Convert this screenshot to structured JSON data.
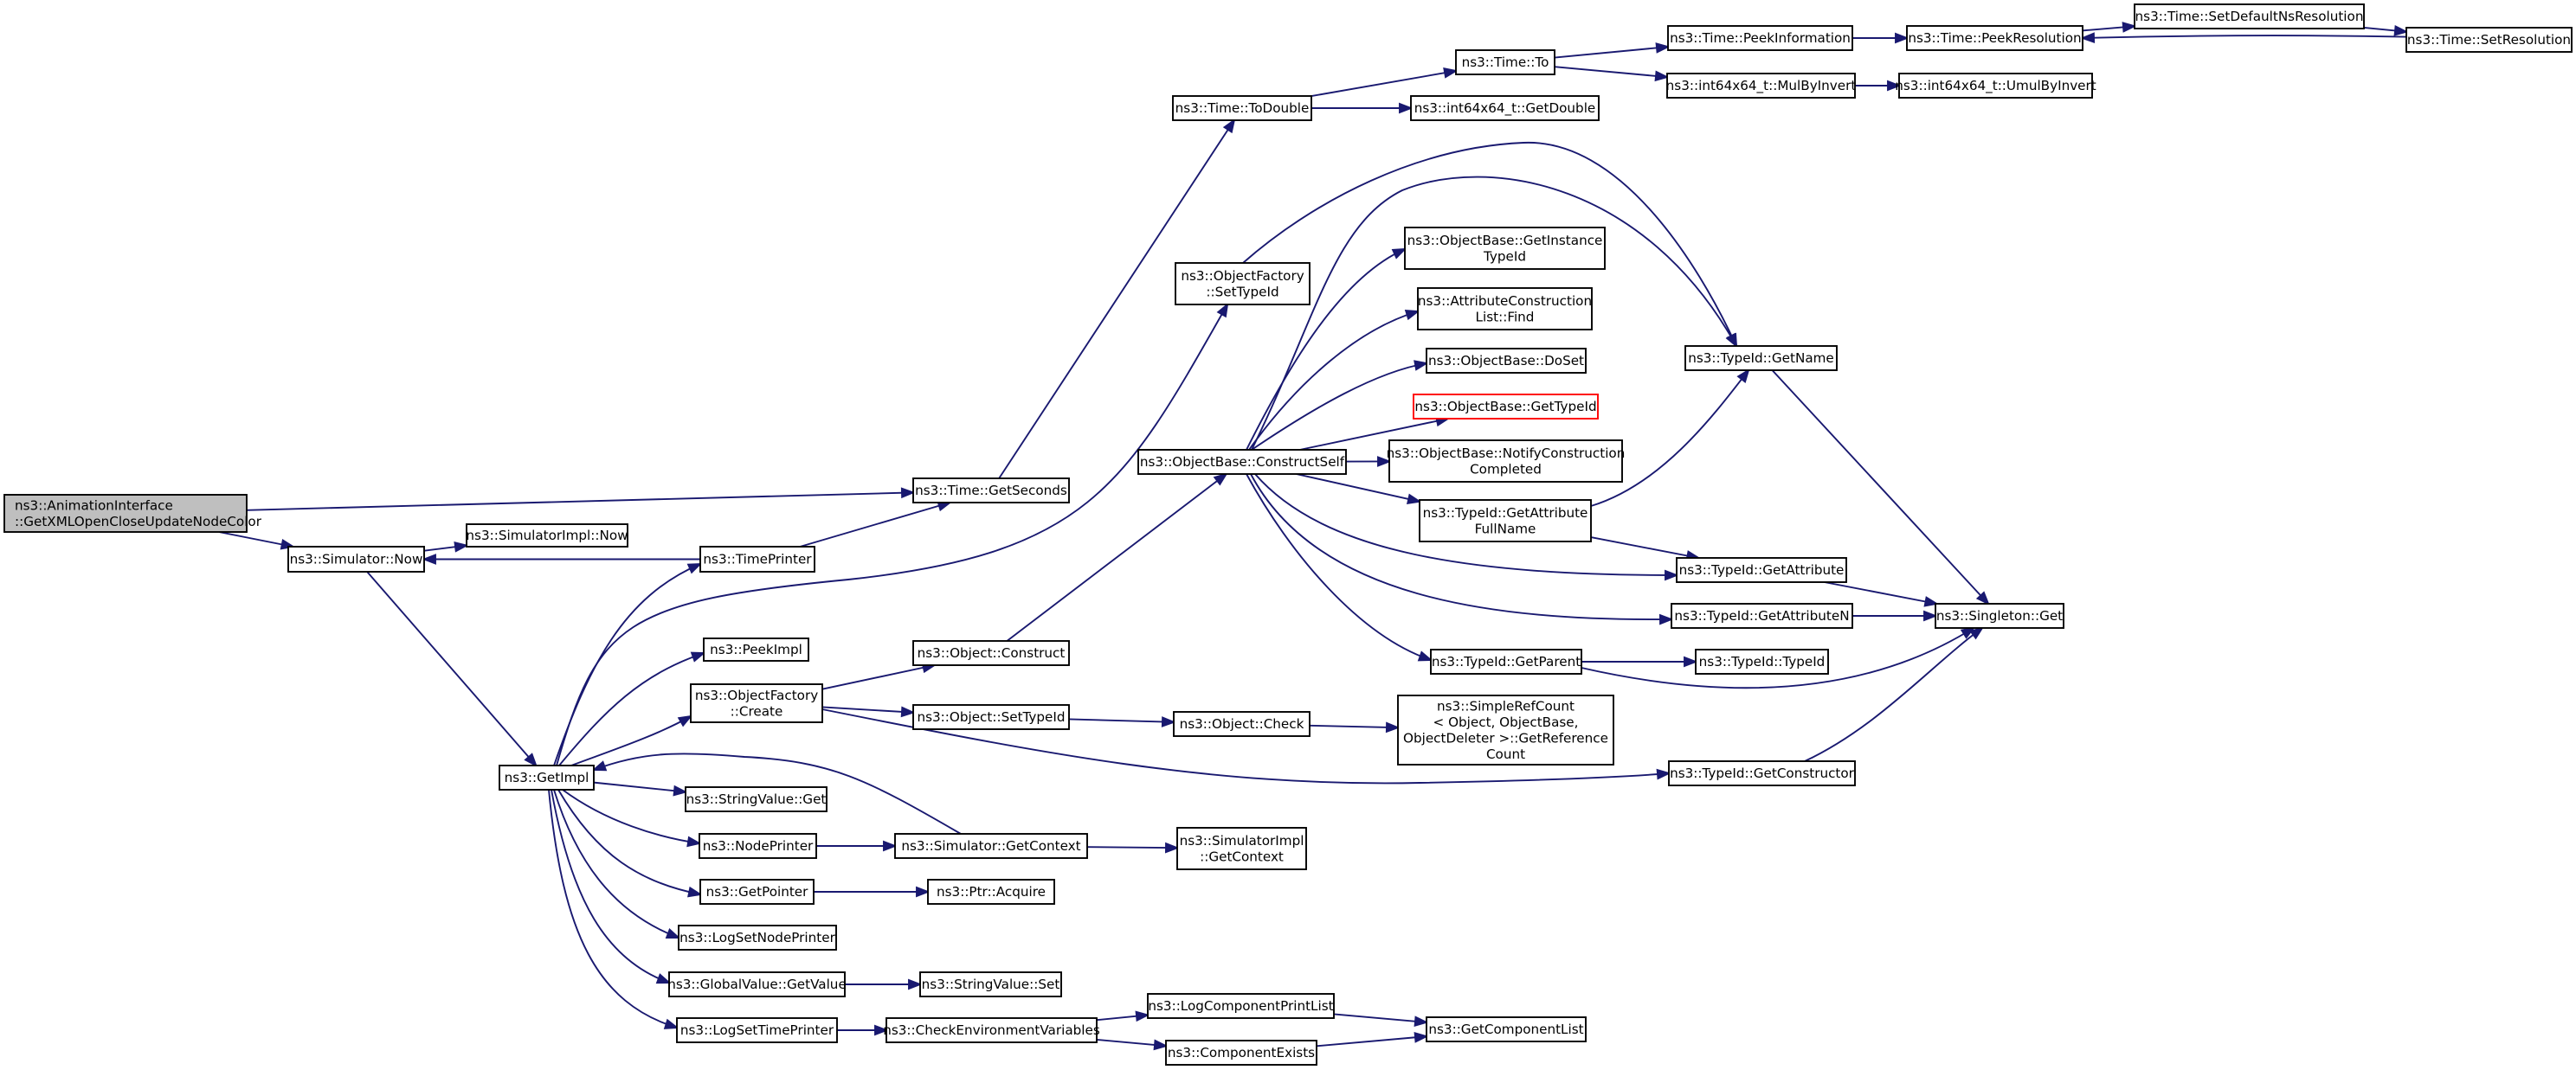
{
  "diagram": {
    "type": "call-graph",
    "colors": {
      "edge": "#191970",
      "node_border": "#000000",
      "node_fill": "#ffffff",
      "root_fill": "#bfbfbf",
      "highlight_border": "#ff0000"
    },
    "nodes": [
      {
        "id": "root",
        "lines": [
          "ns3::AnimationInterface",
          "::GetXMLOpenCloseUpdateNodeColor"
        ],
        "root": true
      },
      {
        "id": "simnow",
        "lines": [
          "ns3::Simulator::Now"
        ]
      },
      {
        "id": "simimplnow",
        "lines": [
          "ns3::SimulatorImpl::Now"
        ]
      },
      {
        "id": "getimpl",
        "lines": [
          "ns3::GetImpl"
        ]
      },
      {
        "id": "timeprinter",
        "lines": [
          "ns3::TimePrinter"
        ]
      },
      {
        "id": "peekimpl",
        "lines": [
          "ns3::PeekImpl"
        ]
      },
      {
        "id": "ofcreate",
        "lines": [
          "ns3::ObjectFactory",
          "::Create"
        ]
      },
      {
        "id": "svget",
        "lines": [
          "ns3::StringValue::Get"
        ]
      },
      {
        "id": "nodeprinter",
        "lines": [
          "ns3::NodePrinter"
        ]
      },
      {
        "id": "getpointer",
        "lines": [
          "ns3::GetPointer"
        ]
      },
      {
        "id": "lognodeprinter",
        "lines": [
          "ns3::LogSetNodePrinter"
        ]
      },
      {
        "id": "gvgetvalue",
        "lines": [
          "ns3::GlobalValue::GetValue"
        ]
      },
      {
        "id": "logtimeprinter",
        "lines": [
          "ns3::LogSetTimePrinter"
        ]
      },
      {
        "id": "getseconds",
        "lines": [
          "ns3::Time::GetSeconds"
        ]
      },
      {
        "id": "objconstruct",
        "lines": [
          "ns3::Object::Construct"
        ]
      },
      {
        "id": "objsettypeid",
        "lines": [
          "ns3::Object::SetTypeId"
        ]
      },
      {
        "id": "simgetctx",
        "lines": [
          "ns3::Simulator::GetContext"
        ]
      },
      {
        "id": "ptracquire",
        "lines": [
          "ns3::Ptr::Acquire"
        ]
      },
      {
        "id": "svset",
        "lines": [
          "ns3::StringValue::Set"
        ]
      },
      {
        "id": "checkenv",
        "lines": [
          "ns3::CheckEnvironmentVariables"
        ]
      },
      {
        "id": "todouble",
        "lines": [
          "ns3::Time::ToDouble"
        ]
      },
      {
        "id": "ofsettypeid",
        "lines": [
          "ns3::ObjectFactory",
          "::SetTypeId"
        ]
      },
      {
        "id": "constructself",
        "lines": [
          "ns3::ObjectBase::ConstructSelf"
        ]
      },
      {
        "id": "objcheck",
        "lines": [
          "ns3::Object::Check"
        ]
      },
      {
        "id": "simimplctx",
        "lines": [
          "ns3::SimulatorImpl",
          "::GetContext"
        ]
      },
      {
        "id": "logcompprint",
        "lines": [
          "ns3::LogComponentPrintList"
        ]
      },
      {
        "id": "compexists",
        "lines": [
          "ns3::ComponentExists"
        ]
      },
      {
        "id": "timeto",
        "lines": [
          "ns3::Time::To"
        ]
      },
      {
        "id": "i64getdouble",
        "lines": [
          "ns3::int64x64_t::GetDouble"
        ]
      },
      {
        "id": "getinstancetypeid",
        "lines": [
          "ns3::ObjectBase::GetInstance",
          "TypeId"
        ]
      },
      {
        "id": "attrconsfind",
        "lines": [
          "ns3::AttributeConstruction",
          "List::Find"
        ]
      },
      {
        "id": "doset",
        "lines": [
          "ns3::ObjectBase::DoSet"
        ]
      },
      {
        "id": "getobtypeid",
        "lines": [
          "ns3::ObjectBase::GetTypeId"
        ],
        "highlight": true
      },
      {
        "id": "notifyconstr",
        "lines": [
          "ns3::ObjectBase::NotifyConstruction",
          "Completed"
        ]
      },
      {
        "id": "getattrfullname",
        "lines": [
          "ns3::TypeId::GetAttribute",
          "FullName"
        ]
      },
      {
        "id": "getparent",
        "lines": [
          "ns3::TypeId::GetParent"
        ]
      },
      {
        "id": "simplerefcount",
        "lines": [
          "ns3::SimpleRefCount",
          "< Object, ObjectBase,",
          "ObjectDeleter >::GetReference",
          "Count"
        ]
      },
      {
        "id": "getcomplist",
        "lines": [
          "ns3::GetComponentList"
        ]
      },
      {
        "id": "peekinfo",
        "lines": [
          "ns3::Time::PeekInformation"
        ]
      },
      {
        "id": "mulbyinvert",
        "lines": [
          "ns3::int64x64_t::MulByInvert"
        ]
      },
      {
        "id": "getname",
        "lines": [
          "ns3::TypeId::GetName"
        ]
      },
      {
        "id": "getattribute",
        "lines": [
          "ns3::TypeId::GetAttribute"
        ]
      },
      {
        "id": "getattributen",
        "lines": [
          "ns3::TypeId::GetAttributeN"
        ]
      },
      {
        "id": "tidtypeid",
        "lines": [
          "ns3::TypeId::TypeId"
        ]
      },
      {
        "id": "getconstructor",
        "lines": [
          "ns3::TypeId::GetConstructor"
        ]
      },
      {
        "id": "peekres",
        "lines": [
          "ns3::Time::PeekResolution"
        ]
      },
      {
        "id": "umulbyinvert",
        "lines": [
          "ns3::int64x64_t::UmulByInvert"
        ]
      },
      {
        "id": "singletonget",
        "lines": [
          "ns3::Singleton::Get"
        ]
      },
      {
        "id": "setdefaultns",
        "lines": [
          "ns3::Time::SetDefaultNsResolution"
        ]
      },
      {
        "id": "setres",
        "lines": [
          "ns3::Time::SetResolution"
        ]
      }
    ],
    "edges": [
      {
        "from": "root",
        "to": "getseconds"
      },
      {
        "from": "root",
        "to": "simnow"
      },
      {
        "from": "simnow",
        "to": "simimplnow"
      },
      {
        "from": "simnow",
        "to": "getimpl"
      },
      {
        "from": "timeprinter",
        "to": "simnow"
      },
      {
        "from": "timeprinter",
        "to": "getseconds"
      },
      {
        "from": "getimpl",
        "to": "timeprinter"
      },
      {
        "from": "getimpl",
        "to": "ofsettypeid"
      },
      {
        "from": "getimpl",
        "to": "peekimpl"
      },
      {
        "from": "getimpl",
        "to": "ofcreate"
      },
      {
        "from": "getimpl",
        "to": "svget"
      },
      {
        "from": "getimpl",
        "to": "nodeprinter"
      },
      {
        "from": "getimpl",
        "to": "getpointer"
      },
      {
        "from": "getimpl",
        "to": "lognodeprinter"
      },
      {
        "from": "getimpl",
        "to": "gvgetvalue"
      },
      {
        "from": "getimpl",
        "to": "logtimeprinter"
      },
      {
        "from": "simgetctx",
        "to": "getimpl"
      },
      {
        "from": "getseconds",
        "to": "todouble"
      },
      {
        "from": "ofcreate",
        "to": "objconstruct"
      },
      {
        "from": "ofcreate",
        "to": "objsettypeid"
      },
      {
        "from": "ofcreate",
        "to": "getconstructor"
      },
      {
        "from": "nodeprinter",
        "to": "simgetctx"
      },
      {
        "from": "getpointer",
        "to": "ptracquire"
      },
      {
        "from": "gvgetvalue",
        "to": "svset"
      },
      {
        "from": "logtimeprinter",
        "to": "checkenv"
      },
      {
        "from": "objconstruct",
        "to": "constructself"
      },
      {
        "from": "objsettypeid",
        "to": "objcheck"
      },
      {
        "from": "simgetctx",
        "to": "simimplctx"
      },
      {
        "from": "checkenv",
        "to": "logcompprint"
      },
      {
        "from": "checkenv",
        "to": "compexists"
      },
      {
        "from": "todouble",
        "to": "timeto"
      },
      {
        "from": "todouble",
        "to": "i64getdouble"
      },
      {
        "from": "ofsettypeid",
        "to": "getname"
      },
      {
        "from": "constructself",
        "to": "getname"
      },
      {
        "from": "constructself",
        "to": "getinstancetypeid"
      },
      {
        "from": "constructself",
        "to": "attrconsfind"
      },
      {
        "from": "constructself",
        "to": "doset"
      },
      {
        "from": "constructself",
        "to": "getobtypeid"
      },
      {
        "from": "constructself",
        "to": "notifyconstr"
      },
      {
        "from": "constructself",
        "to": "getattrfullname"
      },
      {
        "from": "constructself",
        "to": "getattribute"
      },
      {
        "from": "constructself",
        "to": "getattributen"
      },
      {
        "from": "constructself",
        "to": "getparent"
      },
      {
        "from": "objcheck",
        "to": "simplerefcount"
      },
      {
        "from": "logcompprint",
        "to": "getcomplist"
      },
      {
        "from": "compexists",
        "to": "getcomplist"
      },
      {
        "from": "timeto",
        "to": "peekinfo"
      },
      {
        "from": "timeto",
        "to": "mulbyinvert"
      },
      {
        "from": "getattrfullname",
        "to": "getname"
      },
      {
        "from": "getattrfullname",
        "to": "getattribute"
      },
      {
        "from": "getparent",
        "to": "tidtypeid"
      },
      {
        "from": "getparent",
        "to": "singletonget"
      },
      {
        "from": "peekinfo",
        "to": "peekres"
      },
      {
        "from": "mulbyinvert",
        "to": "umulbyinvert"
      },
      {
        "from": "getname",
        "to": "singletonget"
      },
      {
        "from": "getattribute",
        "to": "singletonget"
      },
      {
        "from": "getattributen",
        "to": "singletonget"
      },
      {
        "from": "getconstructor",
        "to": "singletonget"
      },
      {
        "from": "peekres",
        "to": "setdefaultns"
      },
      {
        "from": "setdefaultns",
        "to": "setres"
      },
      {
        "from": "setres",
        "to": "peekres"
      }
    ]
  }
}
